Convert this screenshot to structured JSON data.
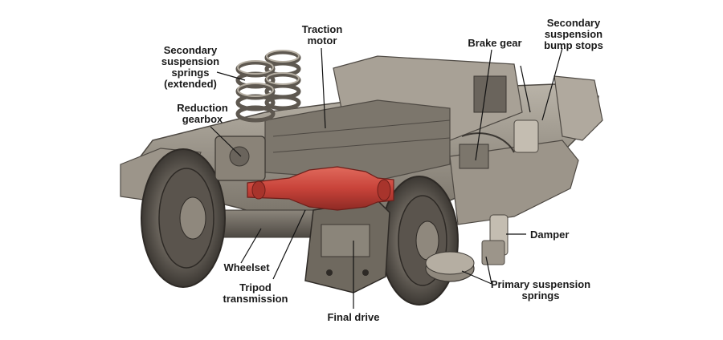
{
  "labels": {
    "secondary_suspension_springs": "Secondary\nsuspension\nsprings\n(extended)",
    "traction_motor": "Traction\nmotor",
    "brake_gear": "Brake gear",
    "secondary_suspension_bump_stops": "Secondary\nsuspension\nbump stops",
    "reduction_gearbox": "Reduction\ngearbox",
    "damper": "Damper",
    "wheelset": "Wheelset",
    "tripod_transmission": "Tripod\ntransmission",
    "final_drive": "Final drive",
    "primary_suspension_springs": "Primary suspension\nsprings"
  },
  "colors": {
    "frame": "#8a8378",
    "frame_dark": "#5e5850",
    "frame_light": "#b8b2a6",
    "transmission_shaft": "#c8433a",
    "wheel_dark": "#4a4540",
    "wheel_rim": "#a39c92"
  }
}
